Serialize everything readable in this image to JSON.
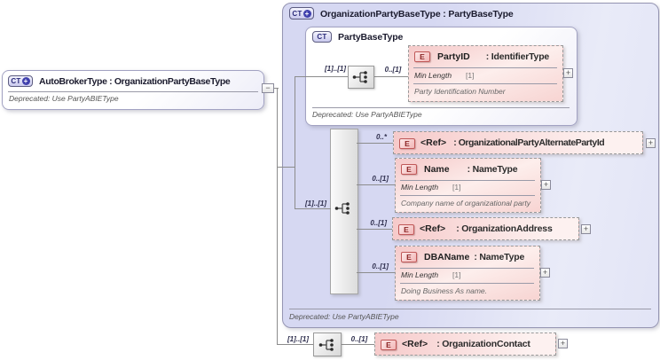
{
  "icons": {
    "ct_label": "CT",
    "e_label": "E",
    "plus": "+",
    "minus": "−"
  },
  "left_box": {
    "title": "AutoBrokerType : OrganizationPartyBaseType",
    "note": "Deprecated: Use PartyABIEType"
  },
  "big_box": {
    "title": "OrganizationPartyBaseType : PartyBaseType",
    "note": "Deprecated: Use PartyABIEType"
  },
  "inner_box": {
    "title": "PartyBaseType",
    "note": "Deprecated: Use PartyABIEType",
    "seq_card": "[1]..[1]",
    "child_card": "0..[1]",
    "party_id": {
      "name": "PartyID",
      "type": ": IdentifierType",
      "facet": "Min Length",
      "facet_value": "[1]",
      "desc": "Party Identification Number"
    }
  },
  "model": {
    "card": "[1]..[1]",
    "children": [
      {
        "card": "0..*",
        "name": "<Ref>",
        "type": ": OrganizationalPartyAlternatePartyId"
      },
      {
        "card": "0..[1]",
        "name": "Name",
        "type": ": NameType",
        "facet": "Min Length",
        "facet_value": "[1]",
        "desc": "Company name of organizational party"
      },
      {
        "card": "0..[1]",
        "name": "<Ref>",
        "type": ": OrganizationAddress"
      },
      {
        "card": "0..[1]",
        "name": "DBAName",
        "type": ": NameType",
        "facet": "Min Length",
        "facet_value": "[1]",
        "desc": "Doing Business As name."
      }
    ]
  },
  "contact_row": {
    "card_left": "[1]..[1]",
    "card_right": "0..[1]",
    "element": {
      "name": "<Ref>",
      "type": ": OrganizationContact"
    }
  }
}
